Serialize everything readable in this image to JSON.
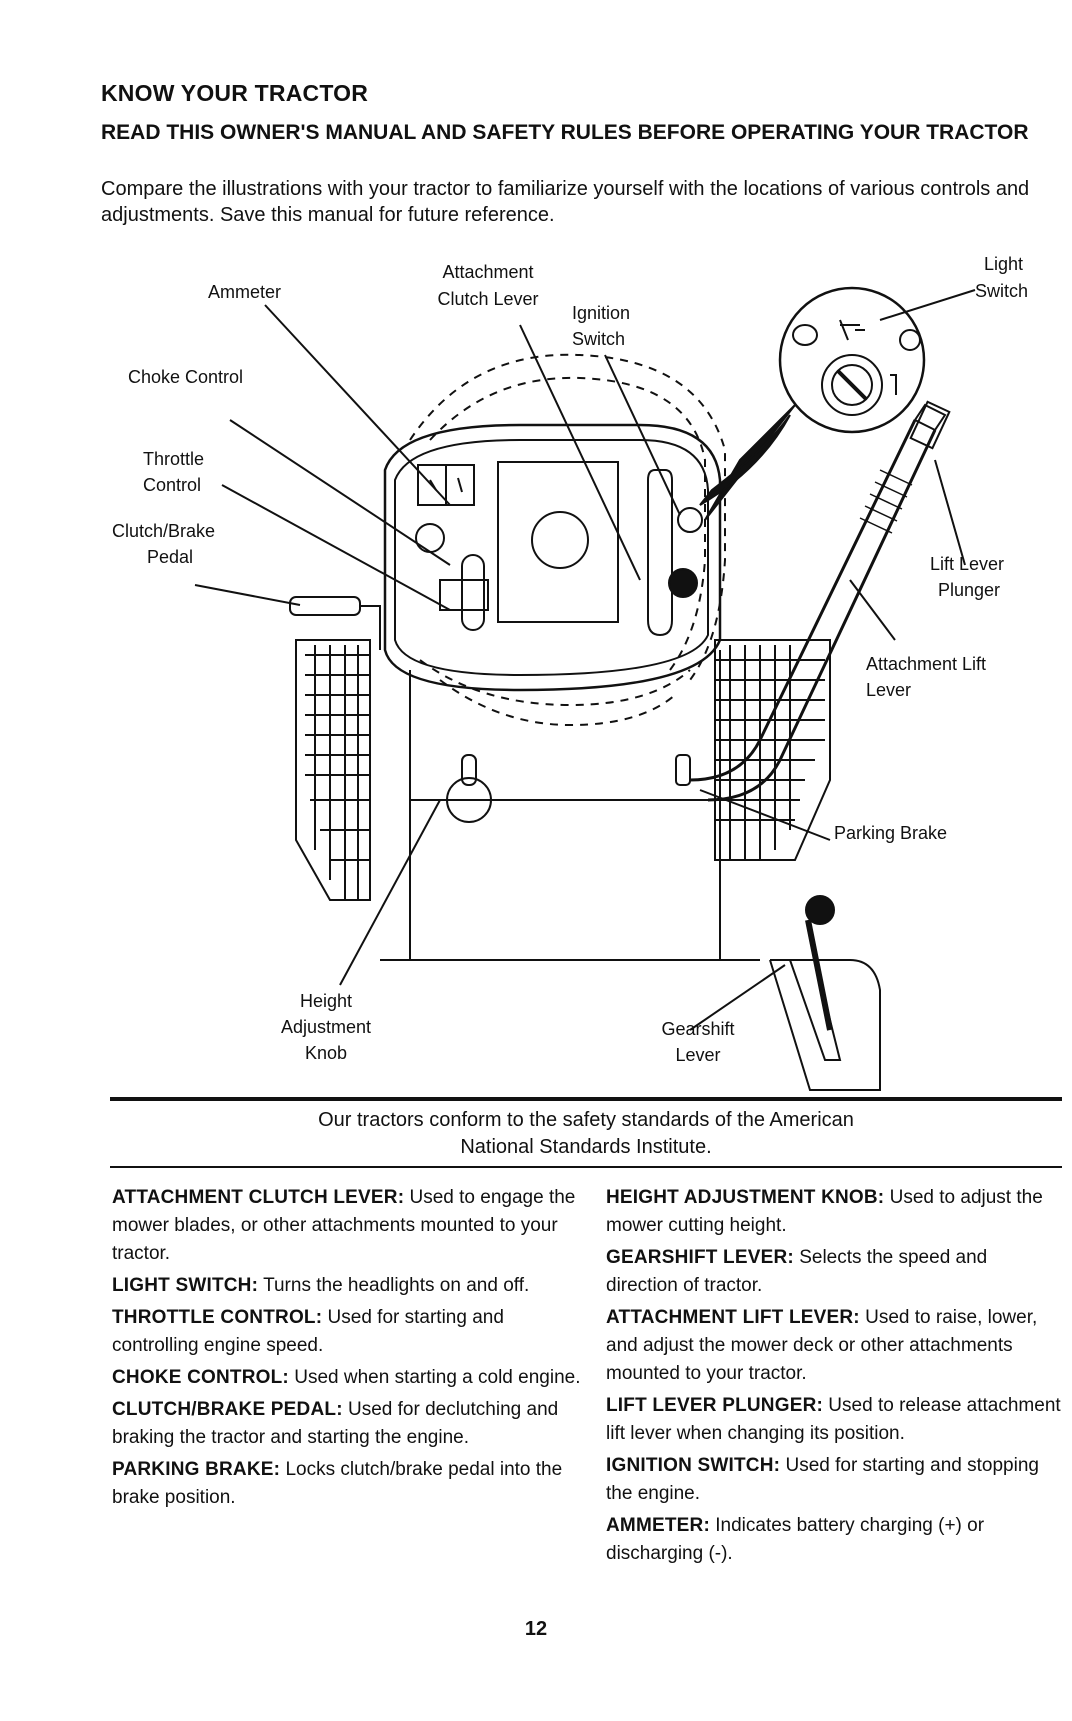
{
  "header": {
    "title": "KNOW YOUR TRACTOR",
    "subtitle": "READ THIS OWNER'S MANUAL AND SAFETY RULES BEFORE OPERATING YOUR TRACTOR",
    "intro": "Compare the illustrations with your tractor to familiarize yourself with the locations of various controls and adjustments. Save this manual for future reference."
  },
  "labels": {
    "ammeter": "Ammeter",
    "attachment_clutch_1": "Attachment",
    "attachment_clutch_2": "Clutch Lever",
    "ignition_1": "Ignition",
    "ignition_2": "Switch",
    "light_1": "Light",
    "light_2": "Switch",
    "choke": "Choke Control",
    "throttle_1": "Throttle",
    "throttle_2": "Control",
    "clutch_1": "Clutch/Brake",
    "clutch_2": "Pedal",
    "plunger_1": "Lift Lever",
    "plunger_2": "Plunger",
    "lift_1": "Attachment Lift",
    "lift_2": "Lever",
    "parking": "Parking Brake",
    "height_1": "Height",
    "height_2": "Adjustment",
    "height_3": "Knob",
    "gear_1": "Gearshift",
    "gear_2": "Lever"
  },
  "ansi": {
    "line1": "Our tractors conform to the safety standards of the American",
    "line2": "National Standards Institute."
  },
  "left_col": [
    {
      "term": "ATTACHMENT CLUTCH LEVER:",
      "desc": " Used to engage the mower blades, or other attachments mounted to your tractor."
    },
    {
      "term": "LIGHT SWITCH:",
      "desc": " Turns the headlights on and off."
    },
    {
      "term": "THROTTLE CONTROL:",
      "desc": " Used for starting and controlling engine speed."
    },
    {
      "term": "CHOKE CONTROL:",
      "desc": " Used when starting a cold engine."
    },
    {
      "term": "CLUTCH/BRAKE PEDAL:",
      "desc": " Used for declutching and braking the tractor and starting the engine."
    },
    {
      "term": "PARKING BRAKE:",
      "desc": " Locks clutch/brake pedal into the brake position."
    }
  ],
  "right_col": [
    {
      "term": "HEIGHT ADJUSTMENT KNOB:",
      "desc": " Used to adjust the mower cutting height."
    },
    {
      "term": "GEARSHIFT LEVER:",
      "desc": " Selects the speed and direction of tractor."
    },
    {
      "term": "ATTACHMENT LIFT LEVER:",
      "desc": " Used to raise, lower, and adjust the mower deck or other attachments mounted to your tractor."
    },
    {
      "term": "LIFT LEVER PLUNGER:",
      "desc": " Used to release attachment lift lever when changing its position."
    },
    {
      "term": "IGNITION SWITCH:",
      "desc": " Used for starting and stopping the engine."
    },
    {
      "term": "AMMETER:",
      "desc": " Indicates battery charging (+) or discharging (-)."
    }
  ],
  "page_number": "12"
}
